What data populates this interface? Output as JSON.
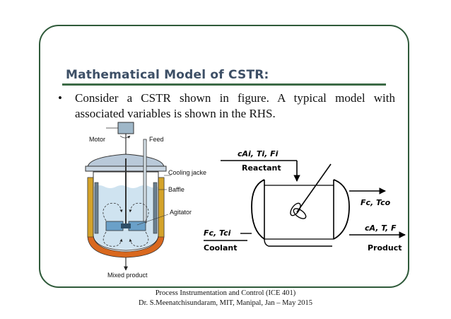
{
  "slide": {
    "title": "Mathematical Model of CSTR:",
    "bullet_symbol": "•",
    "bullet_line1": "Consider a CSTR shown in figure. A typical model with",
    "bullet_line2": "associated variables is shown in the RHS."
  },
  "left_figure": {
    "labels": {
      "motor": "Motor",
      "feed": "Feed",
      "cooling_jacket": "Cooling jacke",
      "baffle": "Baffle",
      "agitator": "Agitator",
      "mixed_product": "Mixed product"
    },
    "colors": {
      "jacket": "#d4a32a",
      "vessel_bottom": "#d9681e",
      "liquid": "#cfe3f0",
      "lid": "#b9c9d9",
      "impeller": "#6aa0c8"
    }
  },
  "right_figure": {
    "labels": {
      "reactant_vars": "cAi, Ti, Fi",
      "reactant": "Reactant",
      "coolant_out_vars": "Fc, Tco",
      "product_vars": "cA, T, F",
      "coolant_in_vars": "Fc, Tci",
      "coolant": "Coolant",
      "product": "Product"
    }
  },
  "footer": {
    "line1": "Process Instrumentation and Control (ICE 401)",
    "line2": "Dr. S.Meenatchisundaram, MIT, Manipal, Jan – May 2015"
  }
}
